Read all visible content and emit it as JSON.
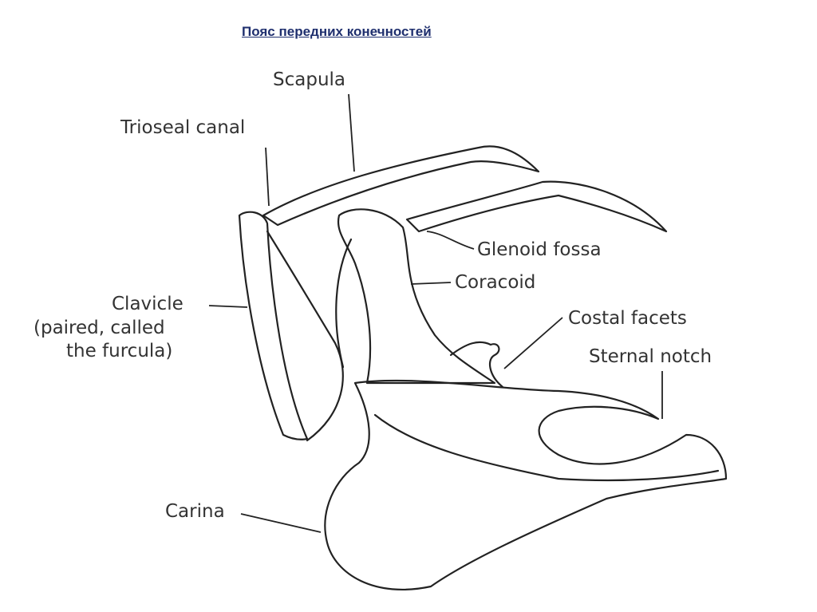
{
  "title": "Пояс передних конечностей",
  "labels": {
    "scapula": "Scapula",
    "trioseal_canal": "Trioseal canal",
    "glenoid_fossa": "Glenoid fossa",
    "coracoid": "Coracoid",
    "costal_facets": "Costal facets",
    "sternal_notch": "Sternal notch",
    "clavicle_line1": "Clavicle",
    "clavicle_line2": "(paired, called",
    "clavicle_line3": "the furcula)",
    "carina": "Carina"
  }
}
